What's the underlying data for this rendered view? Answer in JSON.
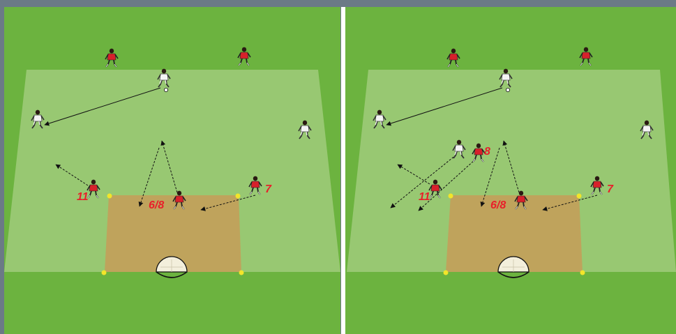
{
  "colors": {
    "frame": "#6b7a86",
    "grass": "#6cb33f",
    "zone": "#98c872",
    "box": "#bfa35c",
    "cone": "#f2e52a",
    "label": "#e8202a",
    "team_red": "#d7212b",
    "team_white": "#f4f4f4",
    "divider": "#ffffff"
  },
  "panels": [
    {
      "id": "left",
      "labels": [
        {
          "text": "11"
        },
        {
          "text": "6/8"
        },
        {
          "text": "7"
        }
      ]
    },
    {
      "id": "right",
      "labels": [
        {
          "text": "8"
        },
        {
          "text": "11"
        },
        {
          "text": "6/8"
        },
        {
          "text": "7"
        }
      ]
    }
  ]
}
